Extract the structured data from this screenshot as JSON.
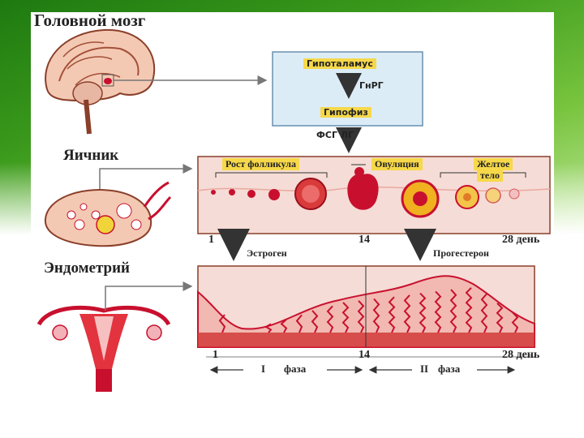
{
  "labels": {
    "brain": "Головной мозг",
    "hypothalamus": "Гипоталамус",
    "gnrh": "ГнРГ",
    "pituitary": "Гипофиз",
    "fsh_lh": "ФСГ ЛГ",
    "ovary": "Яичник",
    "follicle_growth": "Рост фолликула",
    "ovulation": "Овуляция",
    "corpus_luteum_1": "Желтое",
    "corpus_luteum_2": "тело",
    "estrogen": "Эстроген",
    "progesterone": "Прогестерон",
    "endometrium": "Эндометрий"
  },
  "timeline_top": {
    "start": "1",
    "mid": "14",
    "end": "28 день"
  },
  "timeline_bottom": {
    "start": "1",
    "mid": "14",
    "end": "28 день",
    "phase1_num": "I",
    "phase1_word": "фаза",
    "phase2_num": "II",
    "phase2_word": "фаза"
  },
  "colors": {
    "banner": "#3b9a1c",
    "highlight": "#f6d84a",
    "hormone_box": "#dcecf6",
    "tissue": "#f6dcd6",
    "blood": "#c8102e",
    "corpus_luteum": "#f0b020"
  }
}
